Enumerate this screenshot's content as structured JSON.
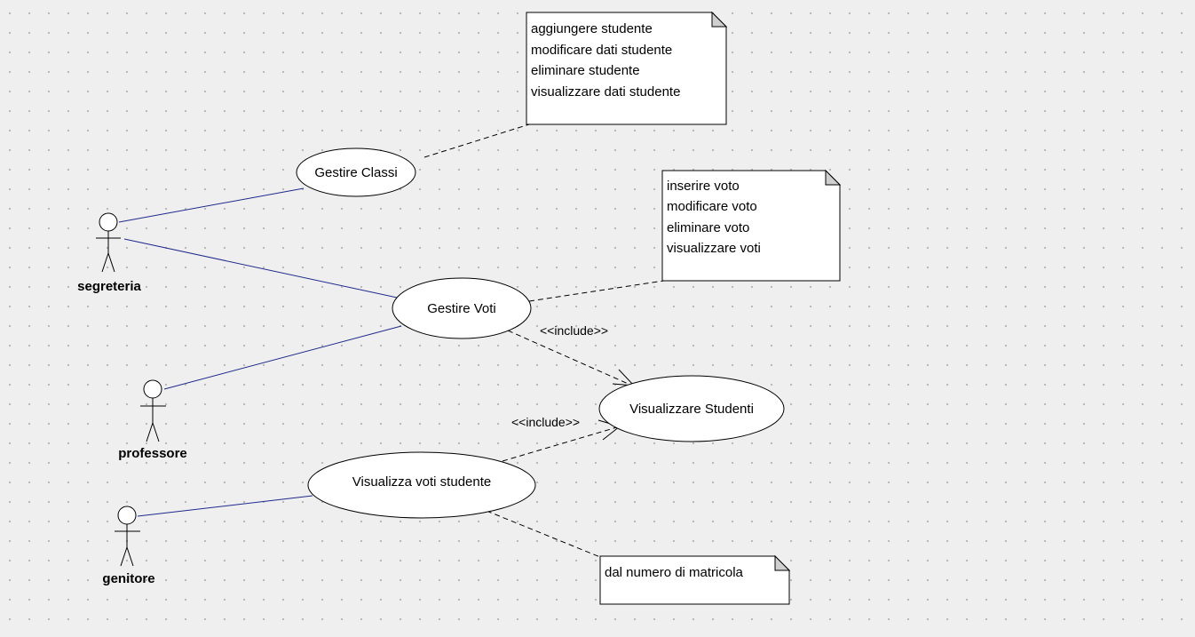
{
  "actors": {
    "segreteria": "segreteria",
    "professore": "professore",
    "genitore": "genitore"
  },
  "use_cases": {
    "gestire_classi": "Gestire Classi",
    "gestire_voti": "Gestire Voti",
    "visualizzare_studenti": "Visualizzare Studenti",
    "visualizza_voti_studente": "Visualizza voti studente"
  },
  "relations": {
    "include_1": "<<include>>",
    "include_2": "<<include>>"
  },
  "notes": {
    "classi": [
      "aggiungere studente",
      "modificare dati studente",
      "eliminare studente",
      "visualizzare dati studente"
    ],
    "voti": [
      "inserire voto",
      "modificare voto",
      "eliminare voto",
      "visualizzare voti"
    ],
    "matricola": [
      "dal numero di matricola"
    ]
  },
  "colors": {
    "background": "#efefef",
    "association_line": "#1f2a8c",
    "note_fold": "#cfcfcf"
  }
}
